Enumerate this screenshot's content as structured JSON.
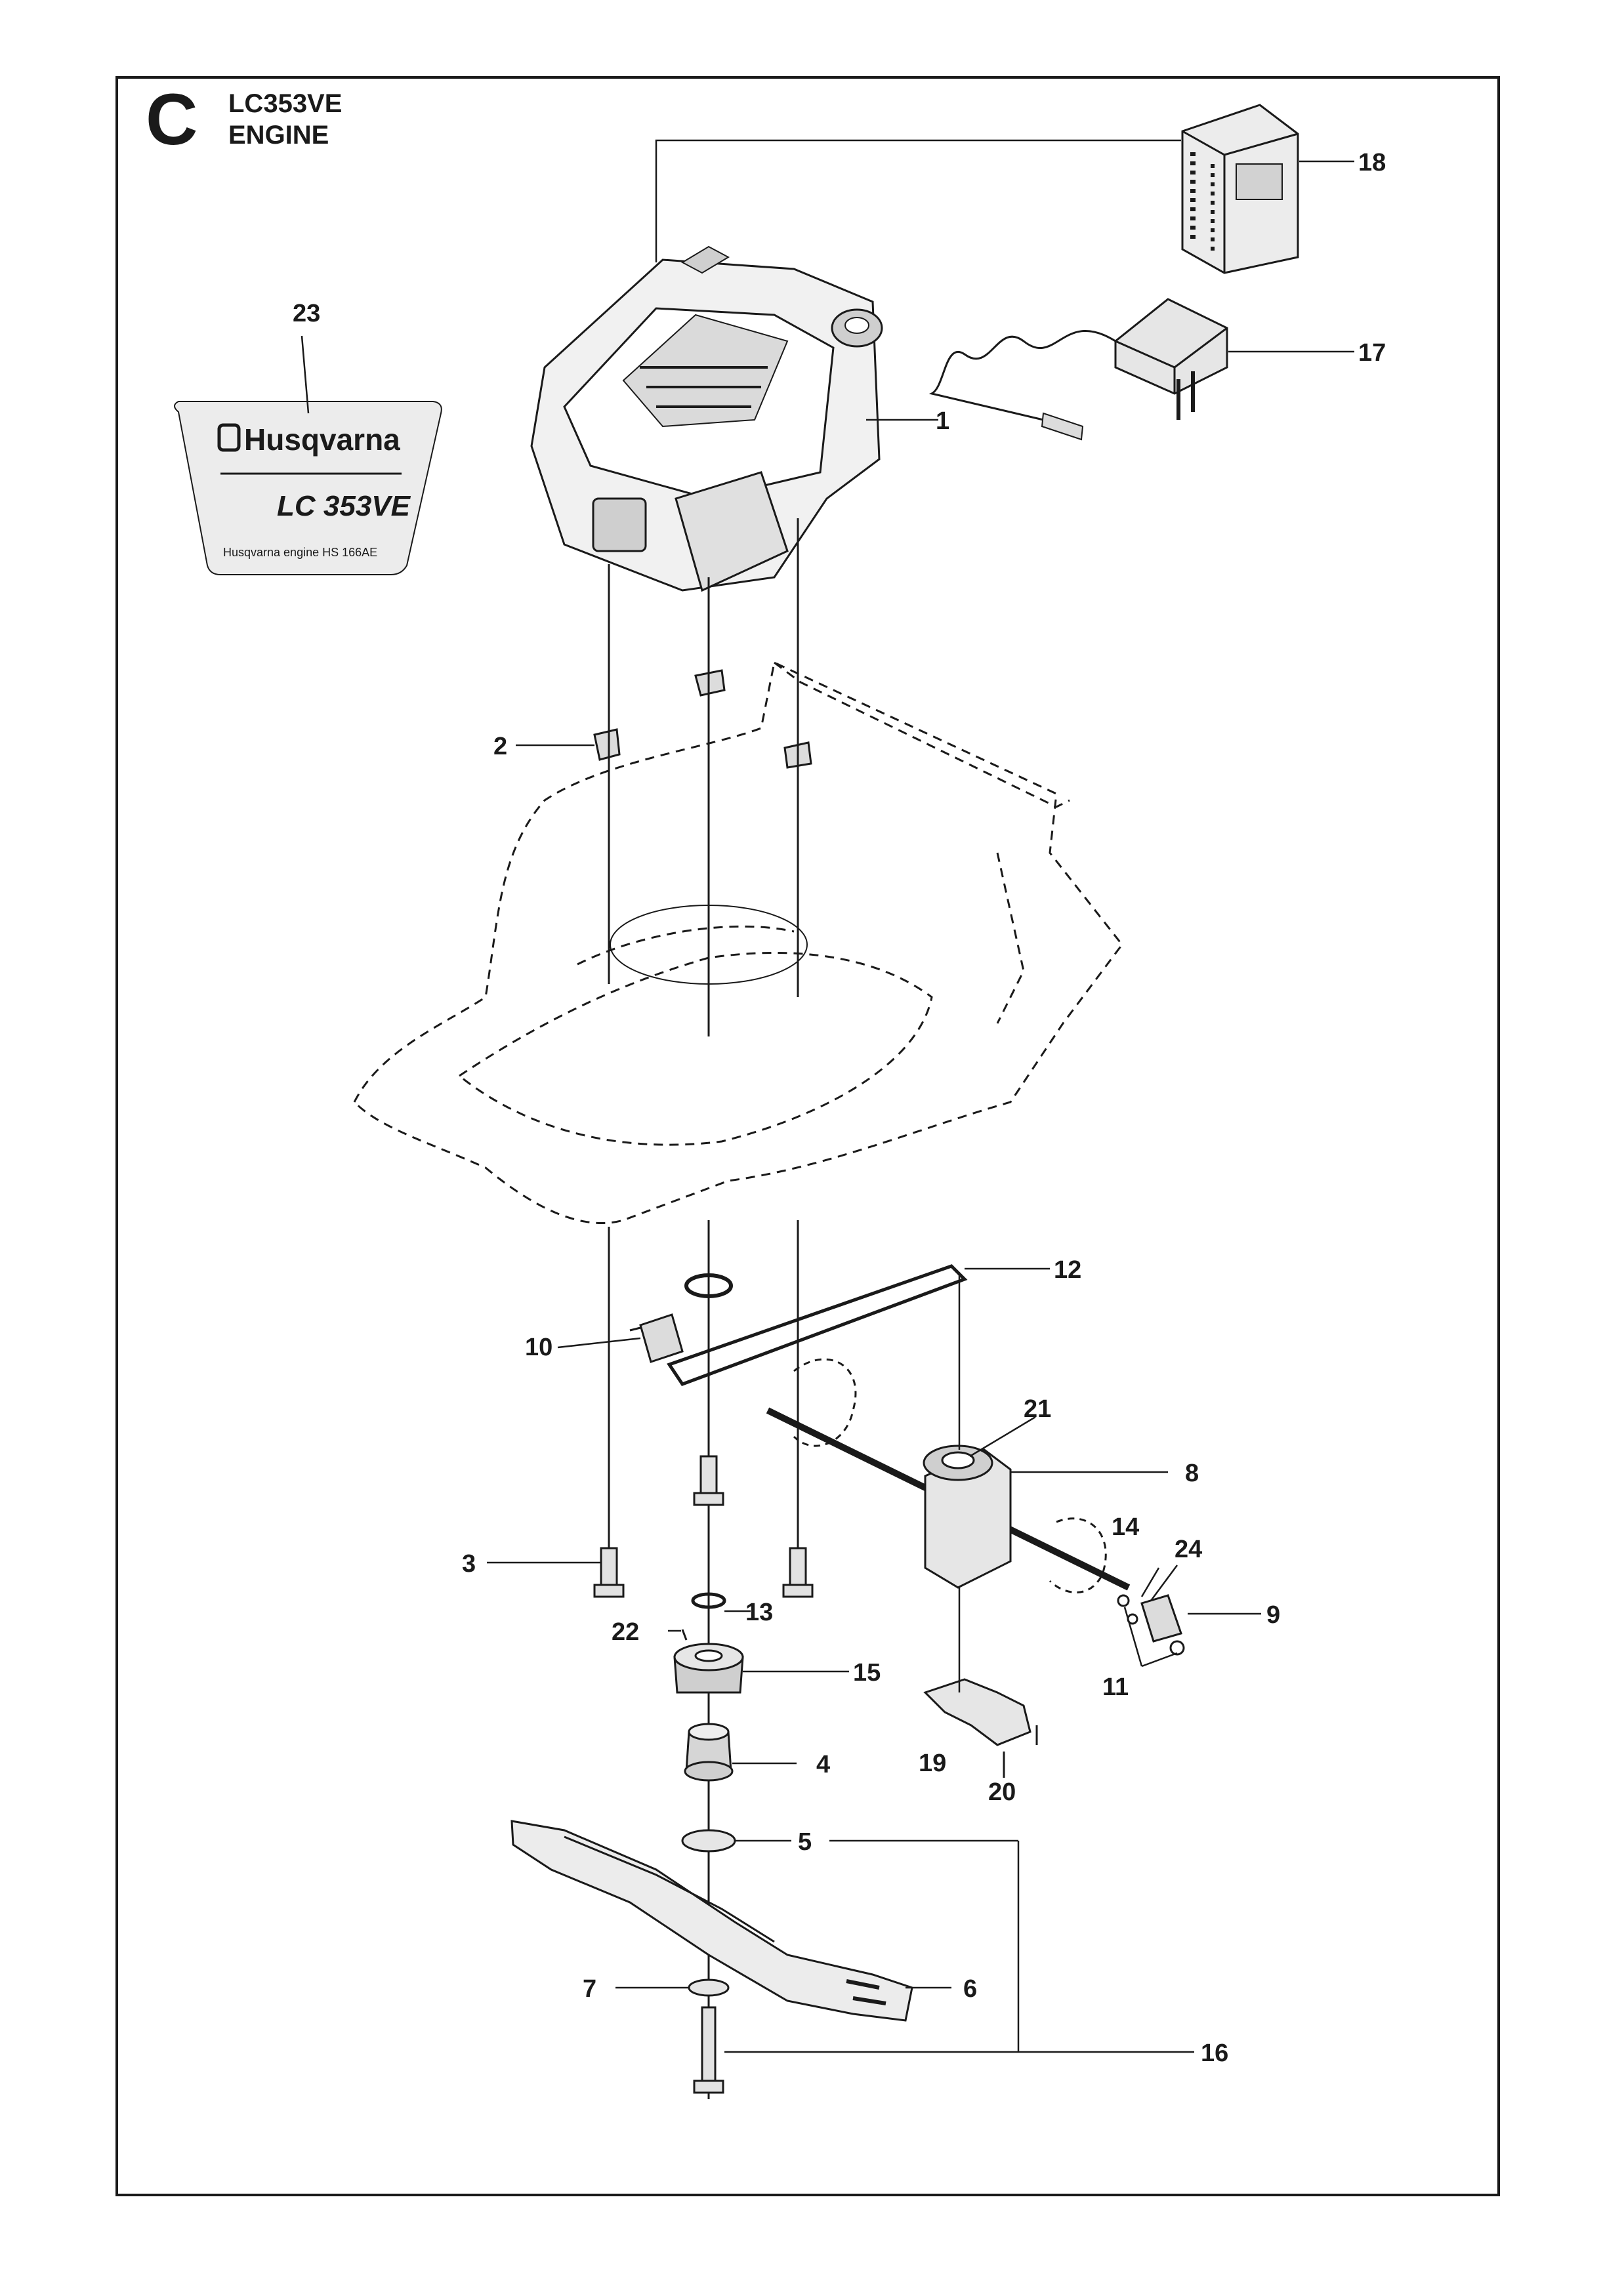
{
  "header": {
    "section_letter": "C",
    "model": "LC353VE",
    "group": "ENGINE"
  },
  "decal": {
    "brand": "Husqvarna",
    "model_text": "LC 353VE",
    "engine_text": "Husqvarna engine HS 166AE"
  },
  "callouts": [
    "1",
    "2",
    "3",
    "4",
    "5",
    "6",
    "7",
    "8",
    "9",
    "10",
    "11",
    "12",
    "13",
    "14",
    "15",
    "16",
    "17",
    "18",
    "19",
    "20",
    "21",
    "22",
    "23",
    "24"
  ],
  "colors": {
    "line": "#1a1a1a",
    "fill_light": "#e9e9e9",
    "fill_mid": "#cfcfcf",
    "background": "#ffffff"
  }
}
